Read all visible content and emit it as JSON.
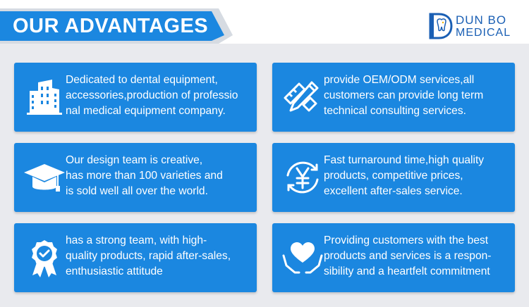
{
  "header": {
    "title": "OUR ADVANTAGES",
    "accent_color": "#1b87e0",
    "logo": {
      "name_line1": "DUN BO",
      "name_line2": "MEDICAL",
      "icon": "tooth-d-logo-icon"
    }
  },
  "cards": [
    {
      "icon": "building-icon",
      "lines": [
        "Dedicated to dental equipment,",
        "accessories,production of professio",
        "nal medical equipment company."
      ]
    },
    {
      "icon": "pencil-ruler-icon",
      "lines": [
        "provide OEM/ODM services,all",
        "customers can provide long term",
        "technical consulting services."
      ]
    },
    {
      "icon": "graduation-cap-icon",
      "lines": [
        "Our design team is creative,",
        "has more than 100 varieties and",
        "is sold well all over the world."
      ]
    },
    {
      "icon": "yen-cycle-icon",
      "lines": [
        "Fast turnaround time,high quality",
        "products, competitive prices,",
        "excellent after-sales service."
      ]
    },
    {
      "icon": "award-badge-icon",
      "lines": [
        "has a strong team, with high-",
        "quality products, rapid after-sales,",
        "enthusiastic attitude"
      ]
    },
    {
      "icon": "heart-hands-icon",
      "lines": [
        "Providing customers with the best",
        "products and services is a respon-",
        "sibility and a heartfelt commitment"
      ]
    }
  ]
}
